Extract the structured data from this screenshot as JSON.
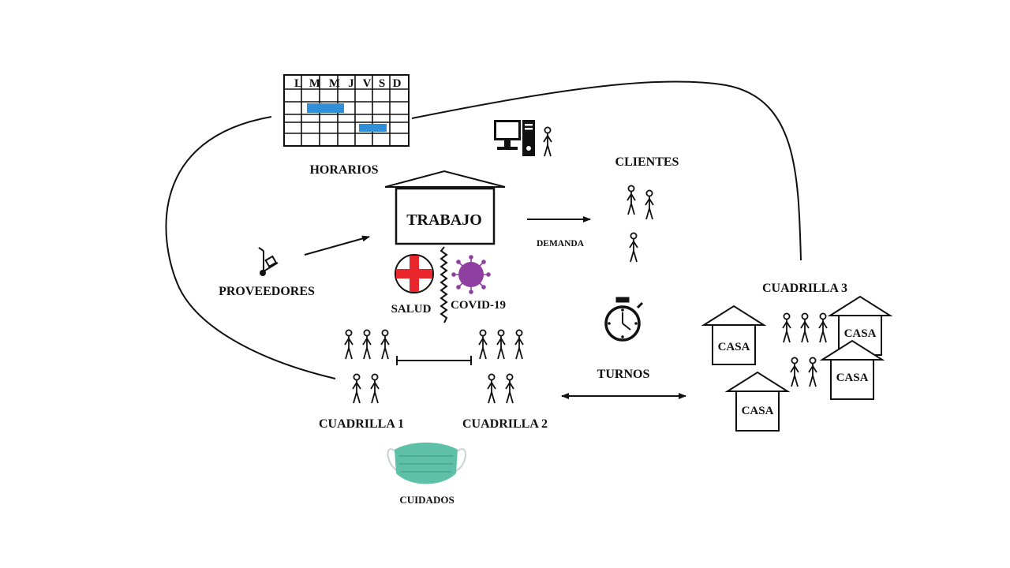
{
  "calendar": {
    "days": [
      "L",
      "M",
      "M",
      "J",
      "V",
      "S",
      "D"
    ],
    "label": "HORARIOS",
    "highlight_color": "#2f8fd8"
  },
  "labels": {
    "trabajo": "TRABAJO",
    "clientes": "CLIENTES",
    "demanda": "DEMANDA",
    "proveedores": "PROVEEDORES",
    "salud": "SALUD",
    "covid": "COVID-19",
    "turnos": "TURNOS",
    "cuadrilla1": "CUADRILLA 1",
    "cuadrilla2": "CUADRILLA 2",
    "cuadrilla3": "CUADRILLA 3",
    "cuidados": "CUIDADOS",
    "casa": "CASA"
  },
  "colors": {
    "health_cross": "#e8262c",
    "virus": "#8e3fa0",
    "mask": "#5ec0a6",
    "ink": "#111111"
  },
  "icons": [
    "calendar-icon",
    "computer-icon",
    "hand-truck-icon",
    "health-cross-icon",
    "virus-icon",
    "stopwatch-icon",
    "face-mask-icon",
    "house-icon",
    "person-icon"
  ]
}
